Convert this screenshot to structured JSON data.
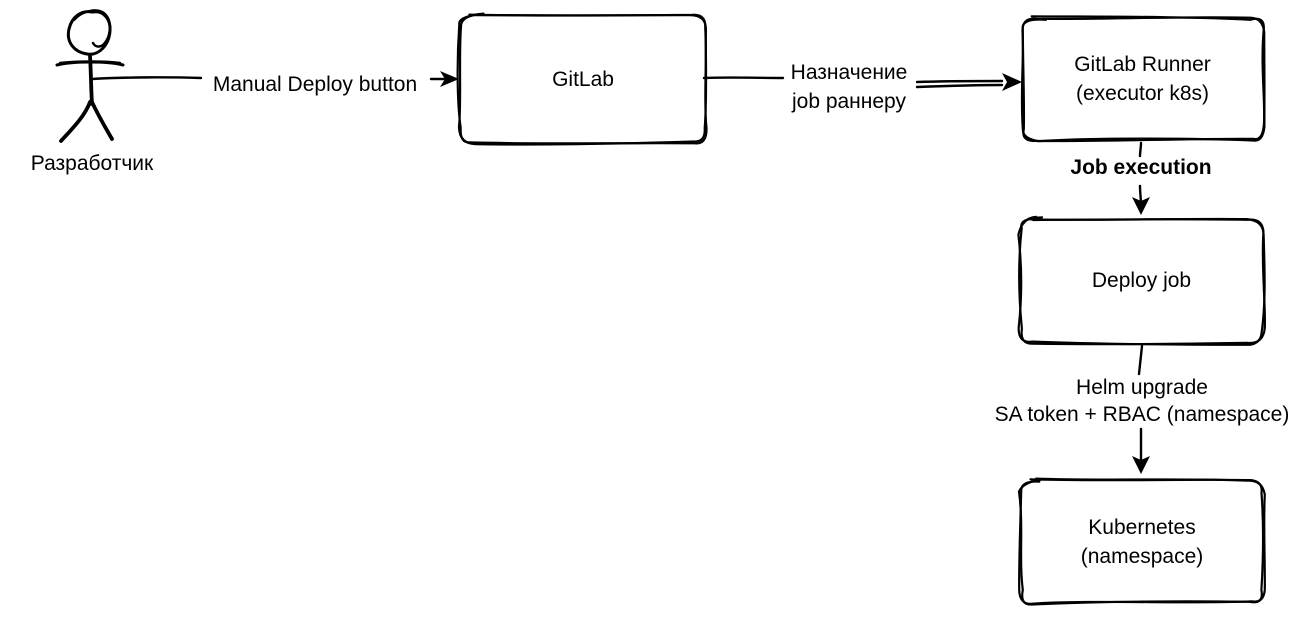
{
  "diagram": {
    "background": "#ffffff",
    "stroke_color": "#000000",
    "actor": {
      "label": "Разработчик"
    },
    "nodes": [
      {
        "id": "gitlab",
        "label": "GitLab"
      },
      {
        "id": "gitlab-runner",
        "label": "GitLab Runner",
        "sublabel": "(executor k8s)"
      },
      {
        "id": "deploy-job",
        "label": "Deploy job"
      },
      {
        "id": "kubernetes",
        "label": "Kubernetes",
        "sublabel": "(namespace)"
      }
    ],
    "edges": [
      {
        "from": "developer",
        "to": "gitlab",
        "label": "Manual Deploy button"
      },
      {
        "from": "gitlab",
        "to": "gitlab-runner",
        "label_line1": "Назначение",
        "label_line2": "job раннеру"
      },
      {
        "from": "gitlab-runner",
        "to": "deploy-job",
        "label": "Job execution"
      },
      {
        "from": "deploy-job",
        "to": "kubernetes",
        "label_line1": "Helm upgrade",
        "label_line2": "SA token + RBAC (namespace)"
      }
    ]
  }
}
